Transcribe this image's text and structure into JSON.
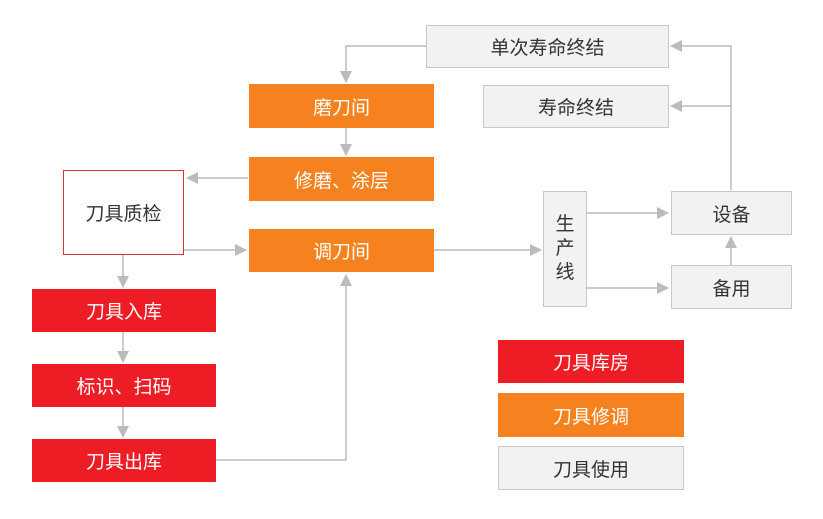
{
  "nodes": {
    "single_life_end": "单次寿命终结",
    "life_end": "寿命终结",
    "grinding_room": "磨刀间",
    "regrind_coating": "修磨、涂层",
    "tool_inspection": "刀具质检",
    "tuning_room": "调刀间",
    "production_line": [
      "生",
      "产",
      "线"
    ],
    "equipment": "设备",
    "spare": "备用",
    "tool_storage_in": "刀具入库",
    "label_scan": "标识、扫码",
    "tool_storage_out": "刀具出库"
  },
  "legend": {
    "warehouse": "刀具库房",
    "maintenance": "刀具修调",
    "usage": "刀具使用"
  },
  "colors": {
    "red": "#ee1c25",
    "orange": "#f5821f",
    "gray_fill": "#f2f2f2",
    "gray_border": "#c8c8c8",
    "arrow": "#bbbbbb"
  }
}
